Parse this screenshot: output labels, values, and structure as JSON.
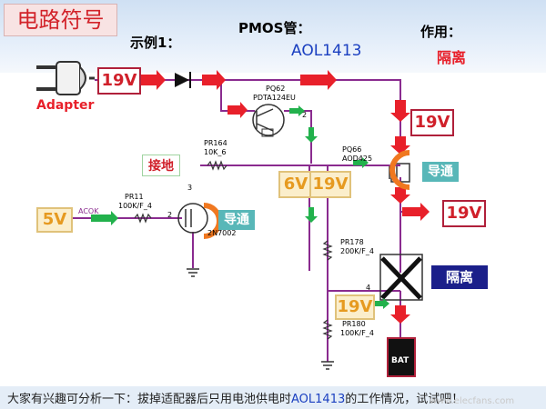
{
  "header": {
    "title": "电路符号",
    "example": "示例1：",
    "pmos": "PMOS管：",
    "part": "AOL1413",
    "usage": "作用：",
    "purpose": "隔离"
  },
  "adapter": {
    "label": "Adapter"
  },
  "voltages": {
    "in": "19V",
    "right_top": "19V",
    "right_mid": "19V",
    "mid_6v": "6V",
    "mid_19v": "19V",
    "bottom_19v": "19V",
    "left_5v": "5V"
  },
  "labels": {
    "ground": "接地",
    "conduct1": "导通",
    "conduct2": "导通",
    "isolate": "隔离",
    "acok": "ACOK",
    "bat": "BAT"
  },
  "components": {
    "pq62": "PQ62",
    "pq62_model": "PDTA124EU",
    "pr164": "PR164",
    "pr164_val": "10K_6",
    "pq66": "PQ66",
    "pq66_model": "AOD425",
    "pr11": "PR11",
    "pr11_val": "100K/F_4",
    "pr178": "PR178",
    "pr178_val": "200K/F_4",
    "pr180": "PR180",
    "pr180_val": "100K/F_4",
    "n2": "2",
    "n3": "3",
    "n4": "4",
    "n2b": "2",
    "zn": "2N7002"
  },
  "footer": {
    "pre": "大家有兴趣可分析一下：拔掉适配器后只用电池供电时",
    "part": "AOL1413",
    "post": "的工作情况，试试吧！"
  },
  "watermark": "www.elecfans.com"
}
